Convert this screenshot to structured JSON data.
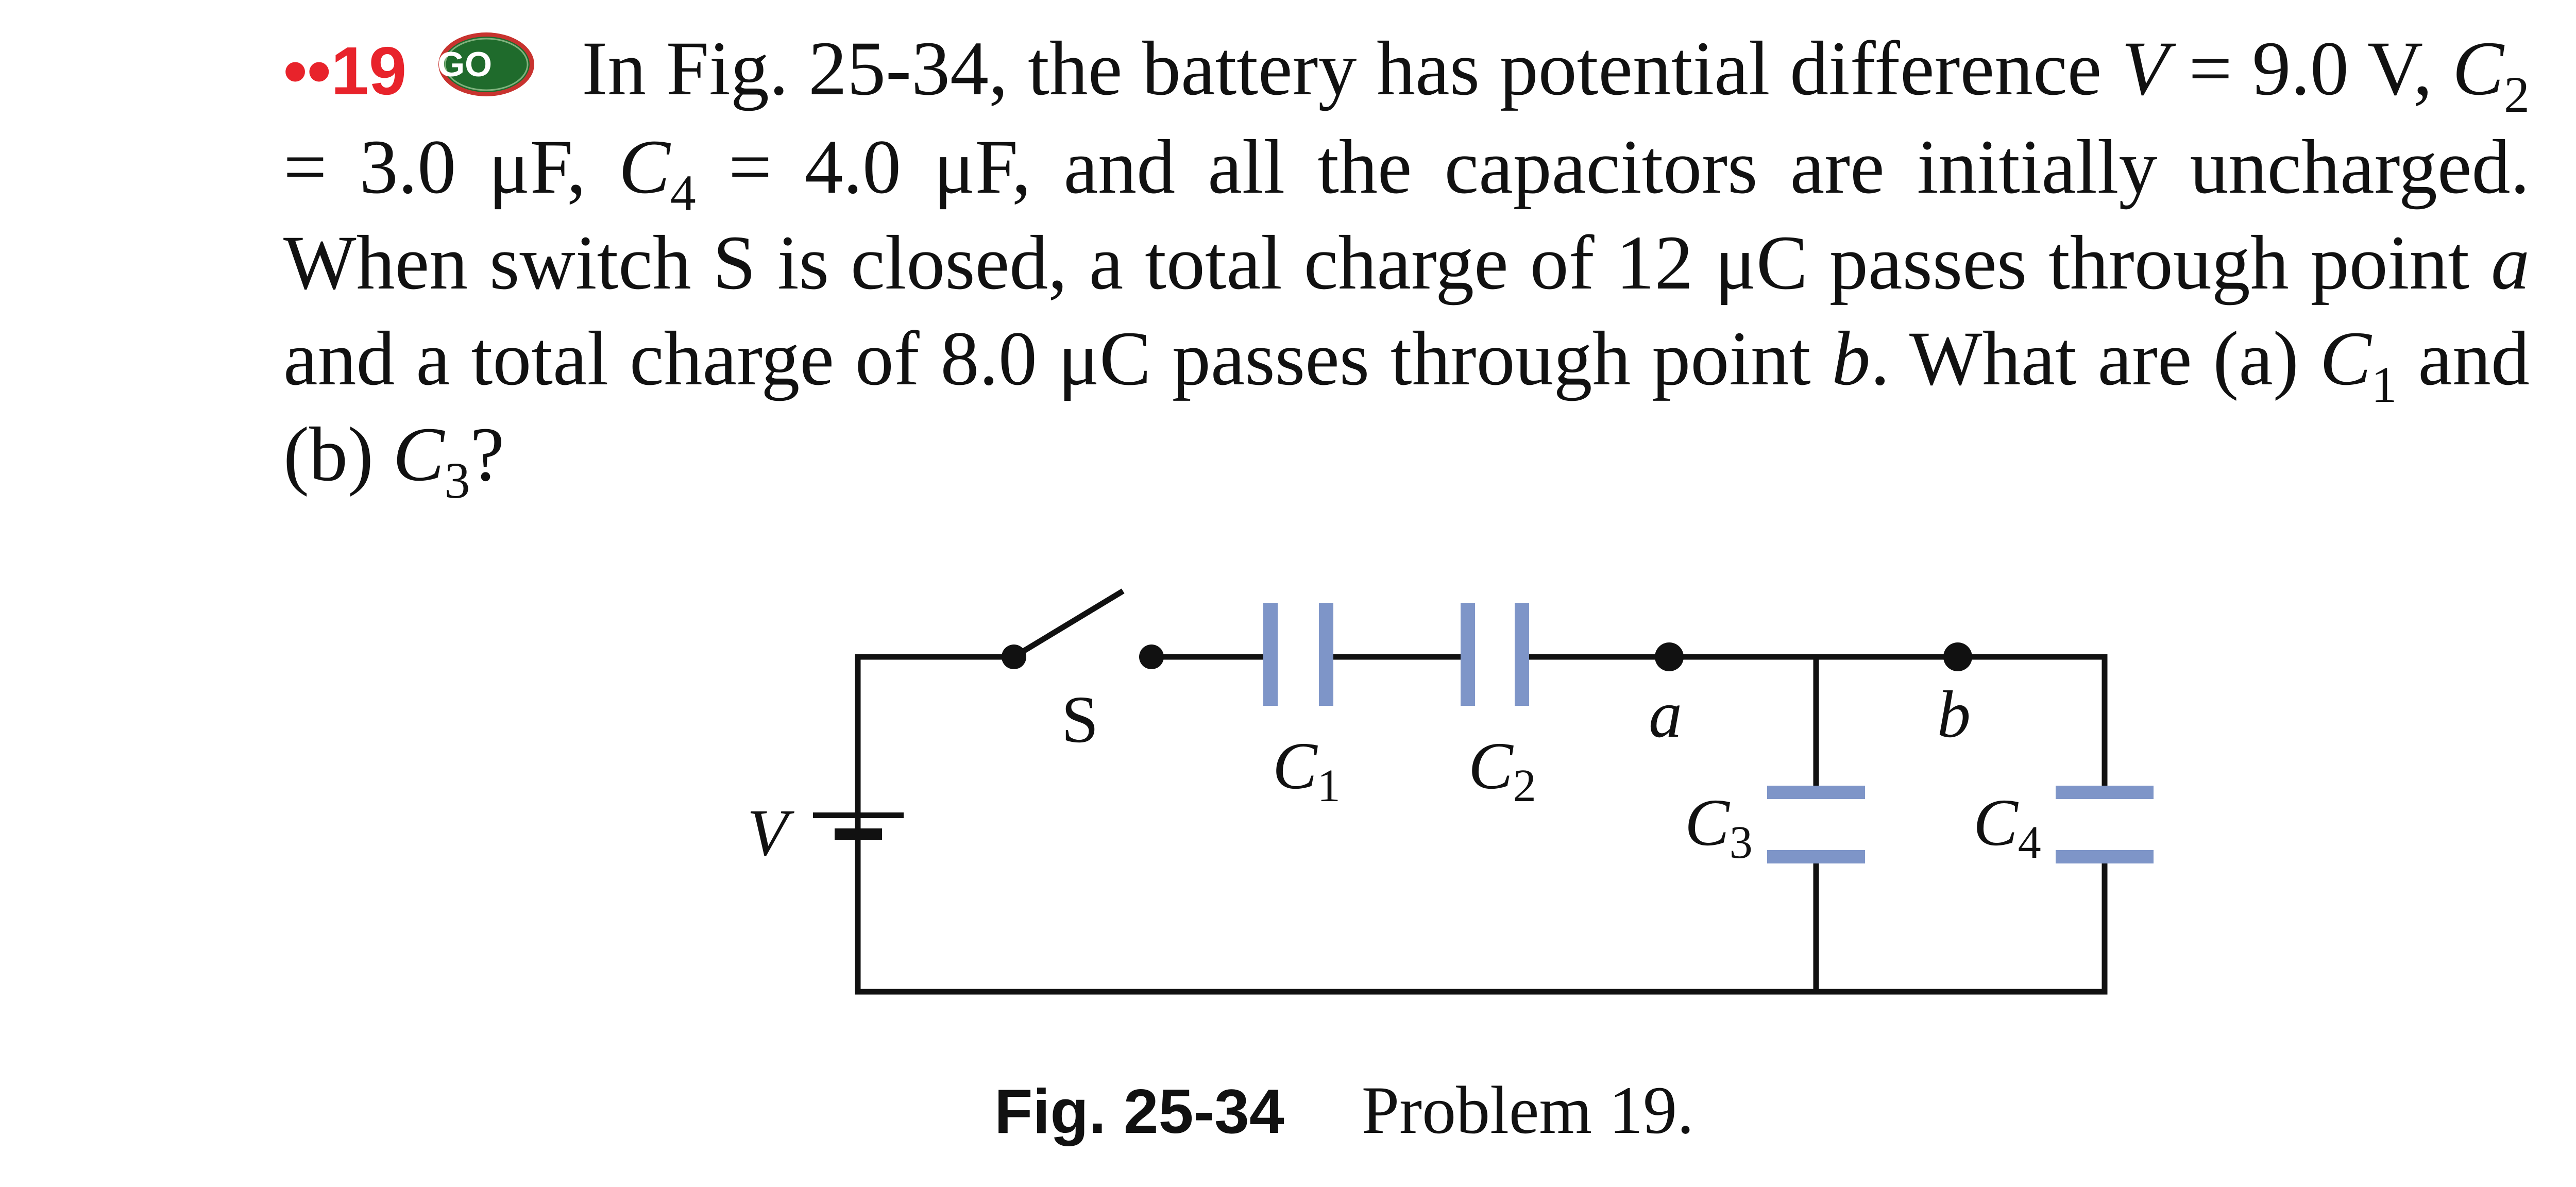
{
  "problem": {
    "number": "••19",
    "badge": "GO",
    "colors": {
      "number": "#e8232b",
      "badge_fill": "#1f6b2c",
      "badge_ring": "#c8332f"
    },
    "t1": "In Fig. 25-34, the battery has potential difference ",
    "v_var": "V",
    "t2": " = 9.0 V, ",
    "c_var": "C",
    "sub_2": "2",
    "t3": " = 3.0 μF, ",
    "sub_4": "4",
    "t4": " = 4.0 μF, and all the capacitors are initially uncharged. When switch S is closed, a total charge of 12 μC passes through point ",
    "a_var": "a",
    "t5": " and a total charge of 8.0 μC passes through point ",
    "b_var": "b",
    "t6": ". What are (a) ",
    "sub_1": "1",
    "t7": " and (b) ",
    "sub_3": "3",
    "t8": "?"
  },
  "figure": {
    "labels": {
      "switch": "S",
      "battery": "V",
      "c1_letter": "C",
      "c1_sub": "1",
      "c2_letter": "C",
      "c2_sub": "2",
      "c3_letter": "C",
      "c3_sub": "3",
      "c4_letter": "C",
      "c4_sub": "4",
      "point_a": "a",
      "point_b": "b"
    },
    "colors": {
      "wire": "#111111",
      "capacitor_plate": "#7e95c8"
    }
  },
  "caption": {
    "label": "Fig. 25-34",
    "text": "Problem 19."
  }
}
